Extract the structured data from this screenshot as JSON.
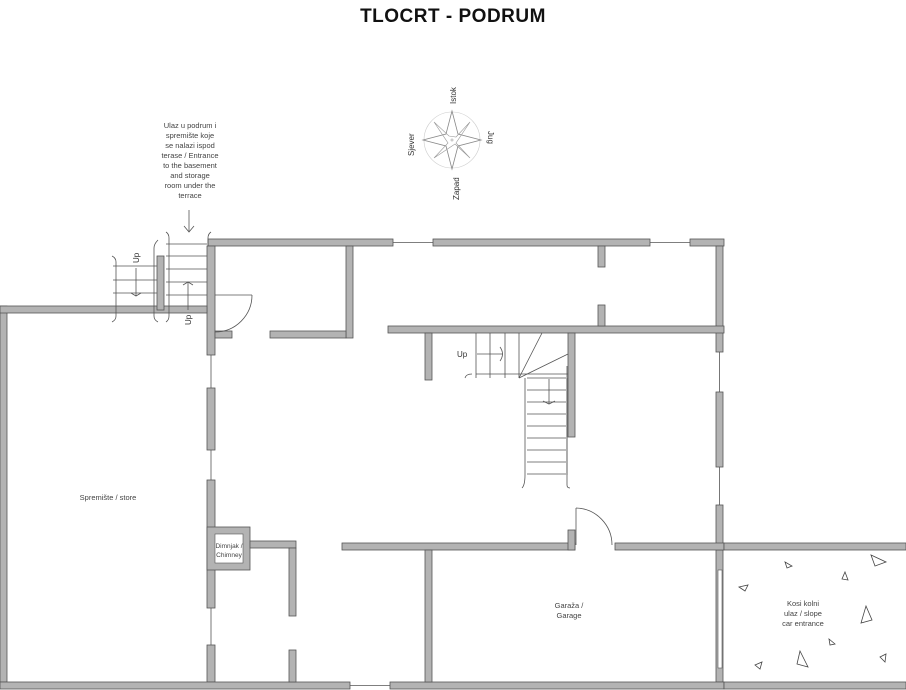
{
  "title": "TLOCRT - PODRUM",
  "compass": {
    "top": "Istok",
    "left": "Sjever",
    "right": "Jug",
    "bottom": "Zapad"
  },
  "entrance_note": [
    "Ulaz u podrum i",
    "spremište koje",
    "se nalazi ispod",
    "terase / Entrance",
    "to the basement",
    "and storage",
    "room under the",
    "terrace"
  ],
  "rooms": {
    "store": "Spremište / store",
    "chimney": [
      "Dimnjak /",
      "Chimney"
    ],
    "garage": [
      "Garaža /",
      "Garage"
    ],
    "ramp": [
      "Kosi kolni",
      "ulaz / slope",
      "car entrance"
    ]
  },
  "stairs": {
    "up1": "Up",
    "up2": "Up",
    "up3": "Up"
  }
}
